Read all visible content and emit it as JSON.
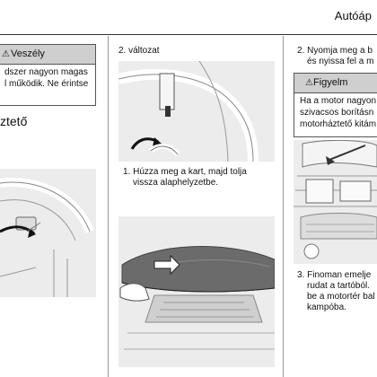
{
  "header": {
    "title": "Autóáp"
  },
  "col1": {
    "warning": {
      "title": "Veszély",
      "line1": "dszer nagyon magas",
      "line2": "l működik. Ne érintse"
    },
    "heading_fragment": "ztető"
  },
  "col2": {
    "variant_label": "2. változat",
    "step1_line1": "1. Húzza meg a kart, majd tolja",
    "step1_line2": "vissza alaphelyzetbe."
  },
  "col3": {
    "step2_line1": "2. Nyomja meg a b",
    "step2_line2": "és nyissa fel a m",
    "caution": {
      "title": "Figyelm",
      "line1": "Ha a motor nagyon",
      "line2": "szivacsos borításn",
      "line3": "motorháztető kitám"
    },
    "step3_line1": "3. Finoman emelje",
    "step3_line2": "rudat a tartóból.",
    "step3_line3": "be a motortér bal",
    "step3_line4": "kampóba."
  }
}
